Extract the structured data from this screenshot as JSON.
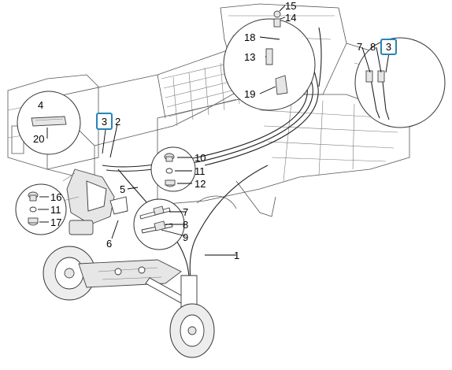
{
  "labels": {
    "l1": "1",
    "l2": "2",
    "l3a": "3",
    "l3b": "3",
    "l4": "4",
    "l5": "5",
    "l6": "6",
    "l7a": "7",
    "l7b": "7",
    "l8a": "8",
    "l8b": "8",
    "l9": "9",
    "l10": "10",
    "l11a": "11",
    "l11b": "11",
    "l12": "12",
    "l13": "13",
    "l14": "14",
    "l15": "15",
    "l16": "16",
    "l17": "17",
    "l18": "18",
    "l19": "19",
    "l20": "20"
  },
  "colors": {
    "callout_border": "#2a84b8"
  }
}
